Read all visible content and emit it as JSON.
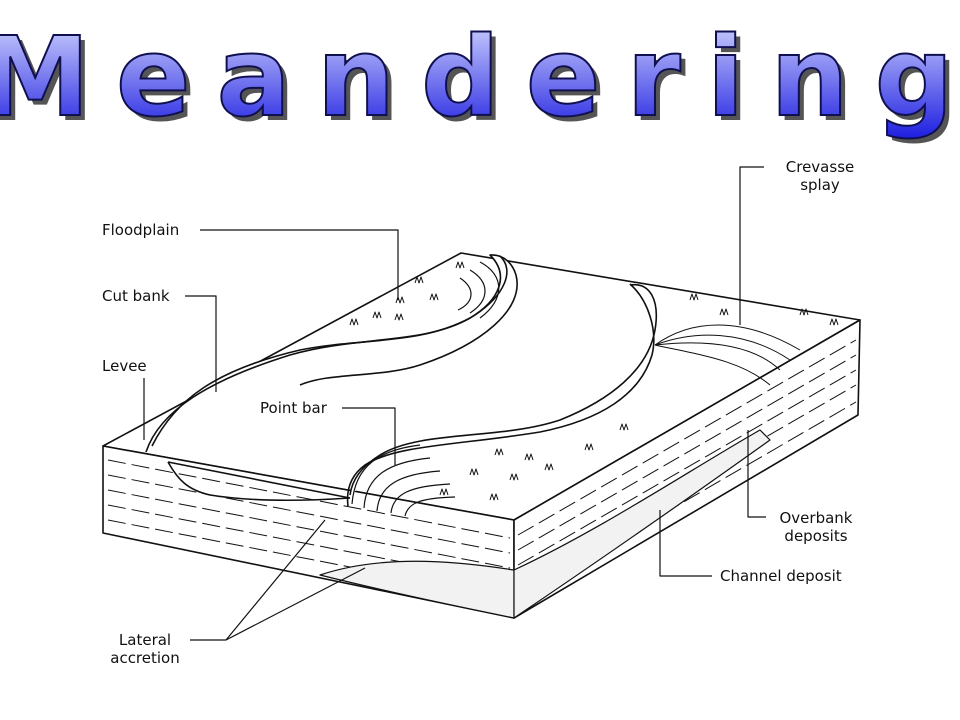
{
  "title": "Meandering",
  "colors": {
    "title_top": "#d8dcff",
    "title_bottom": "#1a1ae0",
    "title_stroke": "#101050",
    "title_shadow": "#555555",
    "ink": "#111111"
  },
  "labels": {
    "floodplain": "Floodplain",
    "cut_bank": "Cut bank",
    "levee": "Levee",
    "point_bar": "Point bar",
    "crevasse_splay_1": "Crevasse",
    "crevasse_splay_2": "splay",
    "overbank_1": "Overbank",
    "overbank_2": "deposits",
    "channel_deposit": "Channel deposit",
    "lateral_1": "Lateral",
    "lateral_2": "accretion"
  }
}
